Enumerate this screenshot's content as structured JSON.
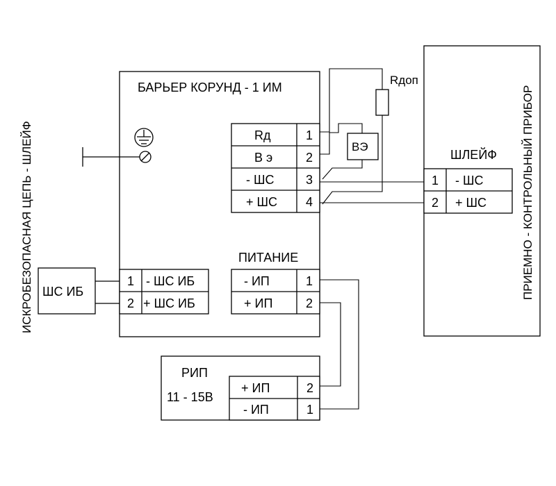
{
  "barrier": {
    "title": "БАРЬЕР КОРУНД - 1 ИМ",
    "terminals": [
      {
        "label": "Rд",
        "num": "1"
      },
      {
        "label": "В э",
        "num": "2"
      },
      {
        "label": "- ШС",
        "num": "3"
      },
      {
        "label": "+ ШС",
        "num": "4"
      }
    ],
    "power_title": "ПИТАНИЕ",
    "power_terminals": [
      {
        "label": "- ИП",
        "num": "1"
      },
      {
        "label": "+ ИП",
        "num": "2"
      }
    ],
    "ib_terminals": [
      {
        "num": "1",
        "label": "- ШС ИБ"
      },
      {
        "num": "2",
        "label": "+ ШС ИБ"
      }
    ]
  },
  "ve_label": "ВЭ",
  "resistor_label": "Rдоп",
  "control_panel": {
    "title": "ПРИЕМНО - КОНТРОЛЬНЫЙ ПРИБОР",
    "loop_title": "ШЛЕЙФ",
    "terminals": [
      {
        "num": "1",
        "label": "- ШС"
      },
      {
        "num": "2",
        "label": "+ ШС"
      }
    ]
  },
  "ib_device": {
    "label": "ШС ИБ"
  },
  "safe_circuit_label": "ИСКРОБЕЗОПАСНАЯ ЦЕПЬ - ШЛЕЙФ",
  "rip": {
    "title_line1": "РИП",
    "title_line2": "11 - 15В",
    "terminals": [
      {
        "label": "+ ИП",
        "num": "2"
      },
      {
        "label": "- ИП",
        "num": "1"
      }
    ]
  },
  "icons": {
    "ground": "ground-icon",
    "terminal_screw": "screw-terminal-icon",
    "resistor": "resistor-icon"
  }
}
